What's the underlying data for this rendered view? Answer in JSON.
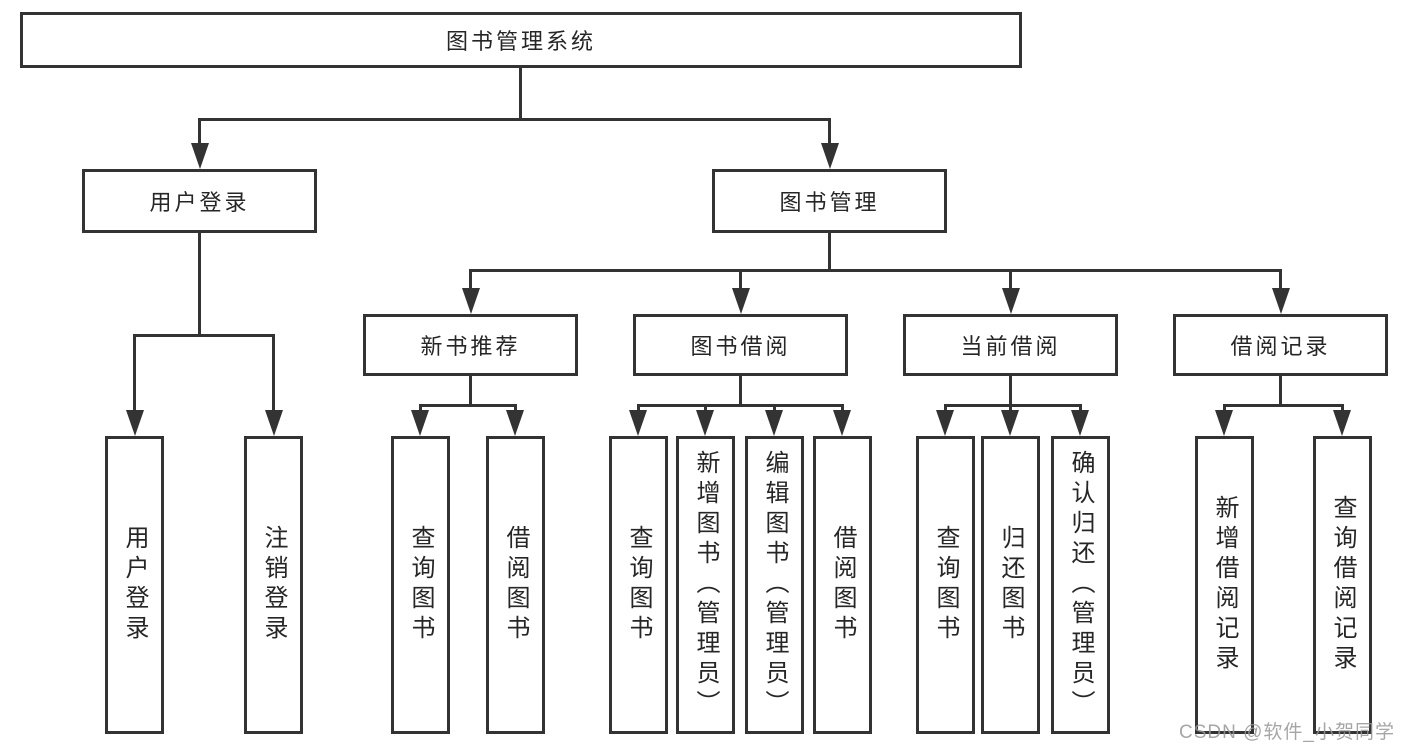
{
  "diagram": {
    "root": {
      "label": "图书管理系统"
    },
    "level2": [
      {
        "id": "user-login",
        "label": "用户登录"
      },
      {
        "id": "book-management",
        "label": "图书管理"
      }
    ],
    "level3": [
      {
        "id": "new-book-recommend",
        "label": "新书推荐"
      },
      {
        "id": "book-borrow",
        "label": "图书借阅"
      },
      {
        "id": "current-borrow",
        "label": "当前借阅"
      },
      {
        "id": "borrow-records",
        "label": "借阅记录"
      }
    ],
    "leaves": [
      {
        "id": "user-login-leaf",
        "parent": "user-login",
        "label": "用户登录"
      },
      {
        "id": "logout",
        "parent": "user-login",
        "label": "注销登录"
      },
      {
        "id": "query-books-1",
        "parent": "new-book-recommend",
        "label": "查询图书"
      },
      {
        "id": "borrow-books-1",
        "parent": "new-book-recommend",
        "label": "借阅图书"
      },
      {
        "id": "query-books-2",
        "parent": "book-borrow",
        "label": "查询图书"
      },
      {
        "id": "add-books-admin",
        "parent": "book-borrow",
        "label": "新增图书（管理员）"
      },
      {
        "id": "edit-books-admin",
        "parent": "book-borrow",
        "label": "编辑图书（管理员）"
      },
      {
        "id": "borrow-books-2",
        "parent": "book-borrow",
        "label": "借阅图书"
      },
      {
        "id": "query-books-3",
        "parent": "current-borrow",
        "label": "查询图书"
      },
      {
        "id": "return-books",
        "parent": "current-borrow",
        "label": "归还图书"
      },
      {
        "id": "confirm-return-admin",
        "parent": "current-borrow",
        "label": "确认归还（管理员）"
      },
      {
        "id": "add-borrow-record",
        "parent": "borrow-records",
        "label": "新增借阅记录"
      },
      {
        "id": "query-borrow-record",
        "parent": "borrow-records",
        "label": "查询借阅记录"
      }
    ]
  },
  "watermark": {
    "text": "CSDN @软件_小贺同学"
  },
  "colors": {
    "line": "#333333",
    "text": "#262626",
    "watermark": "#969696",
    "background": "#ffffff"
  }
}
